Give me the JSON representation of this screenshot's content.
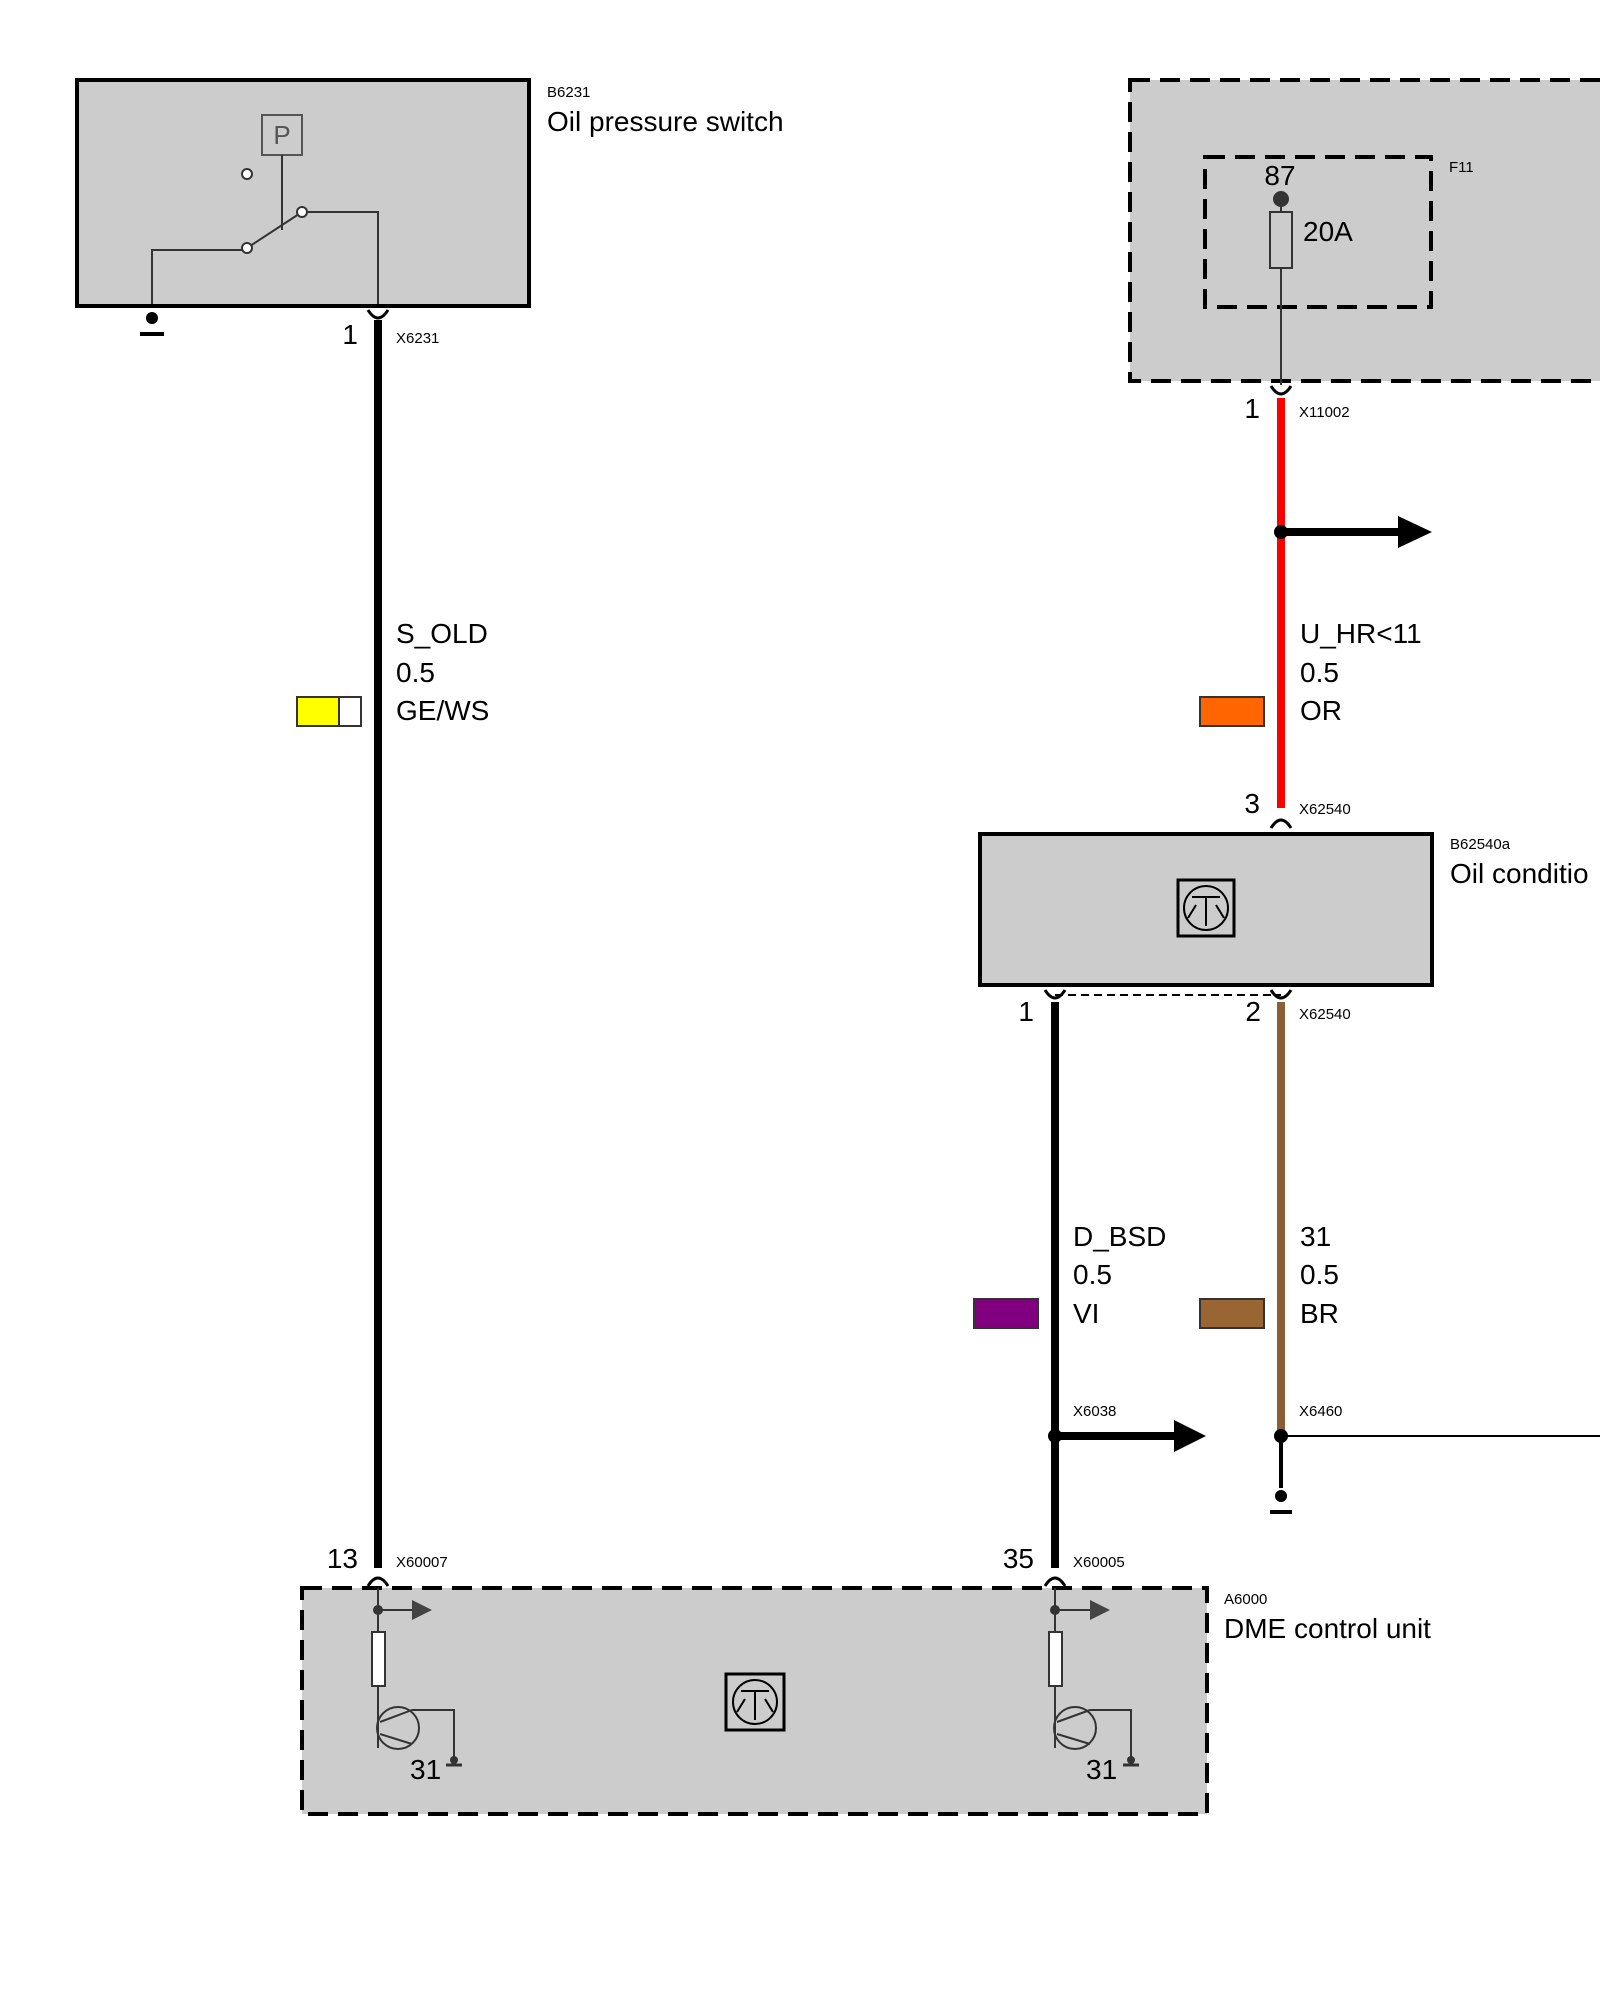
{
  "components": {
    "oil_pressure_switch": {
      "id": "B6231",
      "name": "Oil pressure switch",
      "symbol": "P"
    },
    "fuse_box": {
      "id": "F11",
      "terminal": "87",
      "rating": "20A"
    },
    "oil_condition_sensor": {
      "id": "B62540a",
      "name": "Oil conditio"
    },
    "dme_control_unit": {
      "id": "A6000",
      "name": "DME control unit",
      "ground_label": "31"
    }
  },
  "connectors": {
    "x6231": {
      "id": "X6231",
      "pin": "1"
    },
    "x11002": {
      "id": "X11002",
      "pin": "1"
    },
    "x62540_top": {
      "id": "X62540",
      "pin": "3"
    },
    "x62540_bottom": {
      "id": "X62540",
      "pin_left": "1",
      "pin_right": "2"
    },
    "x60007": {
      "id": "X60007",
      "pin": "13"
    },
    "x60005": {
      "id": "X60005",
      "pin": "35"
    },
    "x6038": {
      "id": "X6038"
    },
    "x6460": {
      "id": "X6460"
    }
  },
  "wires": {
    "s_old": {
      "signal": "S_OLD",
      "gauge": "0.5",
      "color_code": "GE/WS",
      "colors": [
        "#ffff00",
        "#ffffff"
      ],
      "line_color": "#000000"
    },
    "u_hr": {
      "signal": "U_HR<11",
      "gauge": "0.5",
      "color_code": "OR",
      "colors": [
        "#ff6600"
      ],
      "line_color": "#ff0000"
    },
    "d_bsd": {
      "signal": "D_BSD",
      "gauge": "0.5",
      "color_code": "VI",
      "colors": [
        "#800080"
      ],
      "line_color": "#000000"
    },
    "ground31": {
      "signal": "31",
      "gauge": "0.5",
      "color_code": "BR",
      "colors": [
        "#996633"
      ],
      "line_color": "#8b5e34"
    }
  }
}
